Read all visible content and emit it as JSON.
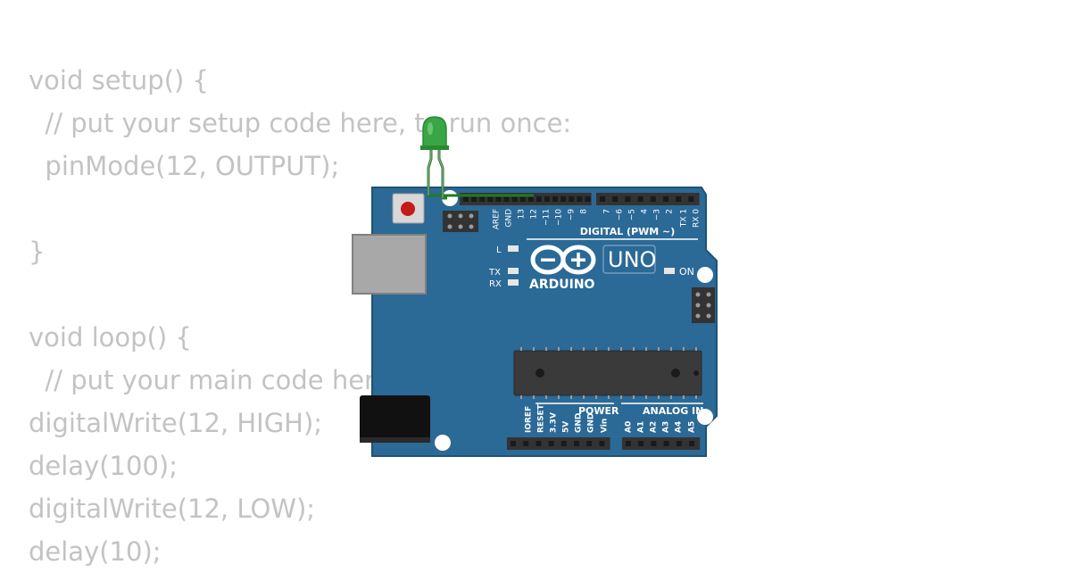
{
  "code": {
    "lines": [
      "void setup() {",
      "  // put your setup code here, to run once:",
      "  pinMode(12, OUTPUT);",
      "",
      "}",
      "",
      "void loop() {",
      "  // put your main code here, to run repeatedly:",
      "digitalWrite(12, HIGH);",
      "delay(100);",
      "digitalWrite(12, LOW);",
      "delay(10);"
    ]
  },
  "board": {
    "brand": "ARDUINO",
    "model": "UNO",
    "digital_label": "DIGITAL (PWM ~)",
    "power_label": "POWER",
    "analog_label": "ANALOG IN",
    "on_label": "ON",
    "led_l_label": "L",
    "tx_label": "TX",
    "rx_label": "RX",
    "top_pins": [
      "AREF",
      "GND",
      "13",
      "12",
      "~11",
      "~10",
      "~9",
      "8",
      "7",
      "~6",
      "~5",
      "4",
      "~3",
      "2",
      "TX 1",
      "RX 0"
    ],
    "bottom_pins": [
      "IOREF",
      "RESET",
      "3.3V",
      "5V",
      "GND",
      "GND",
      "Vin",
      "A0",
      "A1",
      "A2",
      "A3",
      "A4",
      "A5"
    ],
    "colors": {
      "pcb": "#2b6996",
      "header": "#333333",
      "chip": "#3a3a3a",
      "led": "#3aa544",
      "wire": "#1f7d20"
    }
  }
}
